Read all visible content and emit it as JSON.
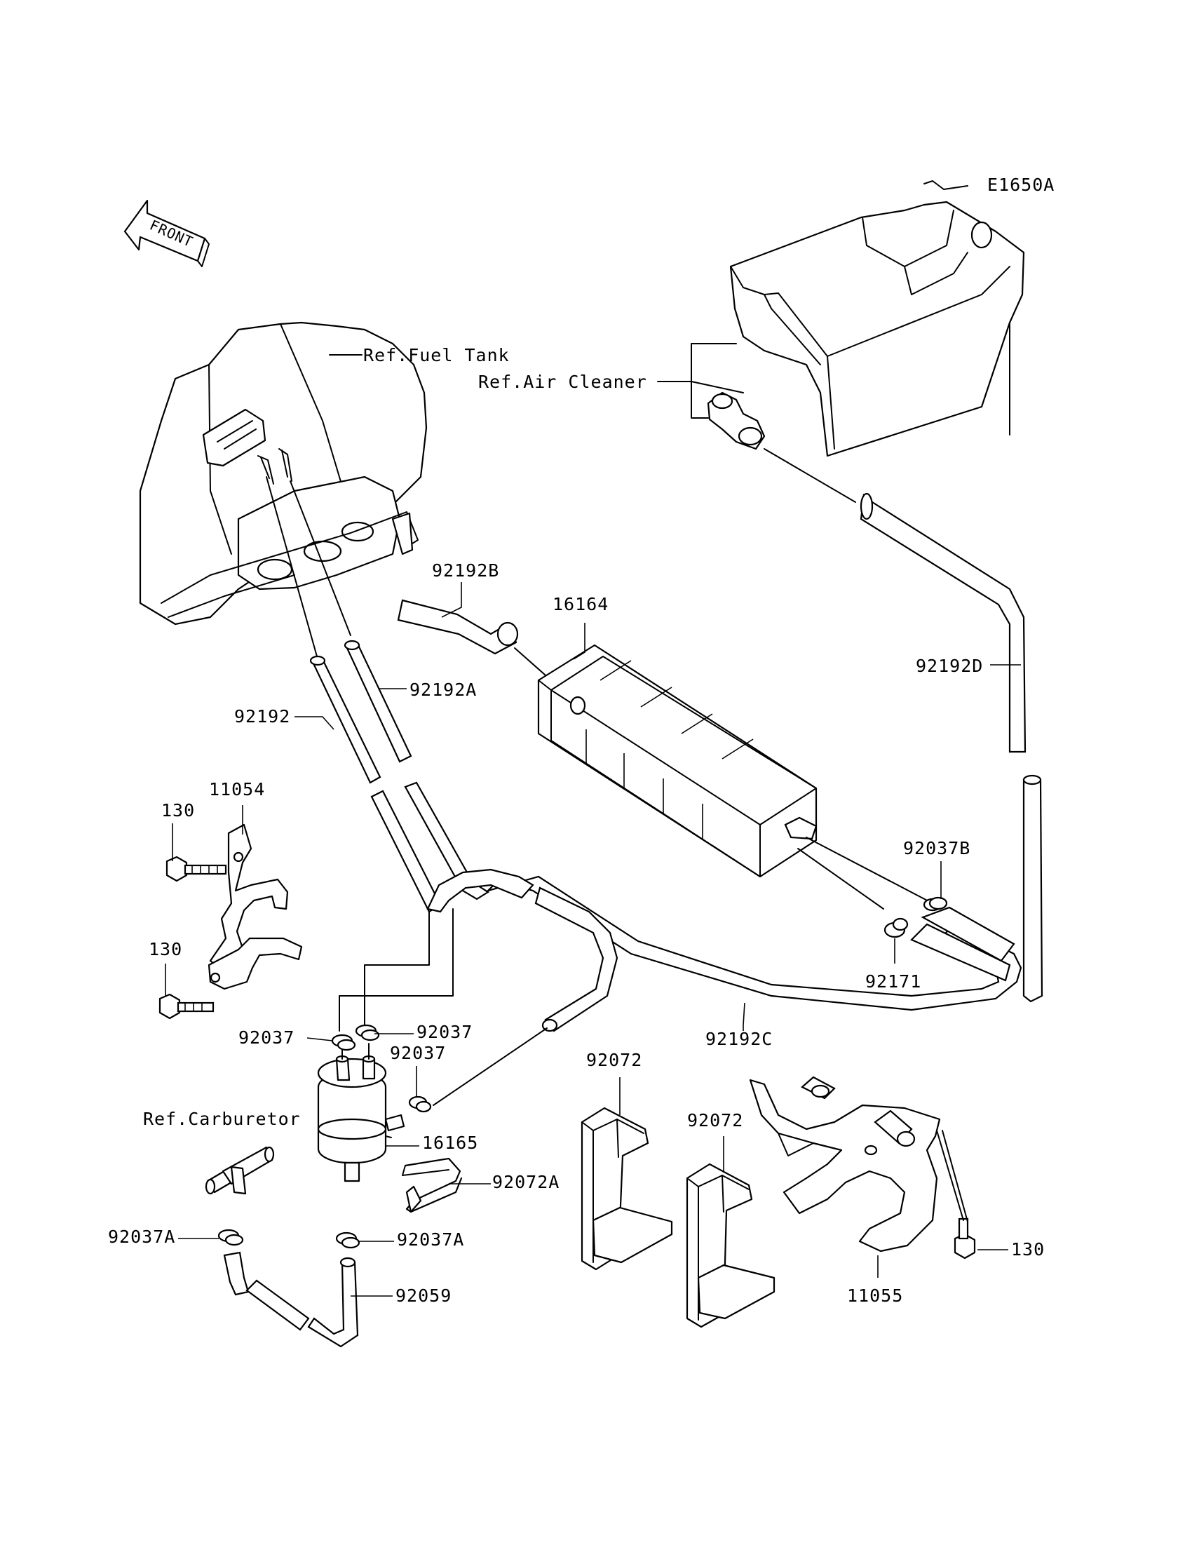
{
  "diagram": {
    "code": "E1650A",
    "front_label": "FRONT",
    "references": {
      "fuel_tank": "Ref.Fuel Tank",
      "air_cleaner": "Ref.Air Cleaner",
      "carburetor": "Ref.Carburetor"
    },
    "parts": {
      "p92192B": "92192B",
      "p16164": "16164",
      "p92192D": "92192D",
      "p92192A": "92192A",
      "p92192": "92192",
      "p11054": "11054",
      "p130_a": "130",
      "p130_b": "130",
      "p92037B": "92037B",
      "p92171": "92171",
      "p92192C": "92192C",
      "p92037_a": "92037",
      "p92037_b": "92037",
      "p92037_c": "92037",
      "p92072_a": "92072",
      "p92072_b": "92072",
      "p16165": "16165",
      "p92072A": "92072A",
      "p92037A_a": "92037A",
      "p92037A_b": "92037A",
      "p92059": "92059",
      "p130_c": "130",
      "p11055": "11055"
    }
  }
}
